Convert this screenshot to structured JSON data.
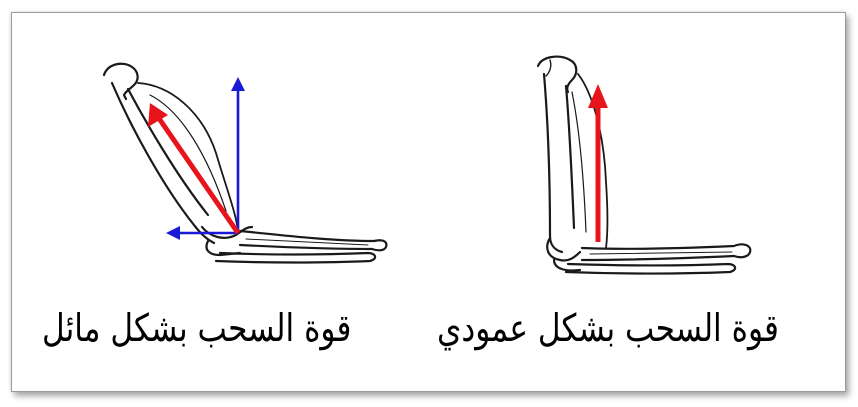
{
  "panels": [
    {
      "id": "oblique",
      "caption": "قوة السحب بشكل مائل",
      "arrows": [
        "muscle-pull-force",
        "vertical-component",
        "horizontal-component"
      ]
    },
    {
      "id": "vertical",
      "caption": "قوة السحب بشكل عمودي",
      "arrows": [
        "muscle-pull-force"
      ]
    }
  ],
  "colors": {
    "pull_force": "#e8141c",
    "components": "#1a1ad6",
    "bone_outline": "#1a1a1a",
    "frame_border": "#9a9a9a"
  }
}
